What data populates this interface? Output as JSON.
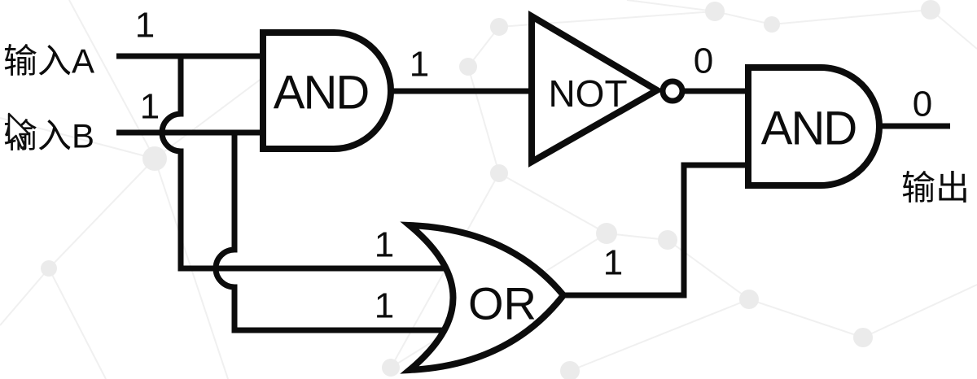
{
  "inputs": {
    "a": {
      "label": "输入A",
      "value": "1"
    },
    "b": {
      "label": "输入B",
      "value": "1"
    }
  },
  "gates": {
    "and1": {
      "label": "AND",
      "output": "1"
    },
    "not1": {
      "label": "NOT",
      "output": "0"
    },
    "or1": {
      "label": "OR",
      "input_top": "1",
      "input_bottom": "1",
      "output": "1"
    },
    "and2": {
      "label": "AND",
      "output": "0"
    }
  },
  "output": {
    "label": "输出",
    "value": "0"
  },
  "colors": {
    "wire": "#0c0c0c",
    "gate_fill": "#ffffff",
    "background": "#ffffff",
    "mesh": "#f0f0f0",
    "mesh_node": "#ebebeb"
  }
}
